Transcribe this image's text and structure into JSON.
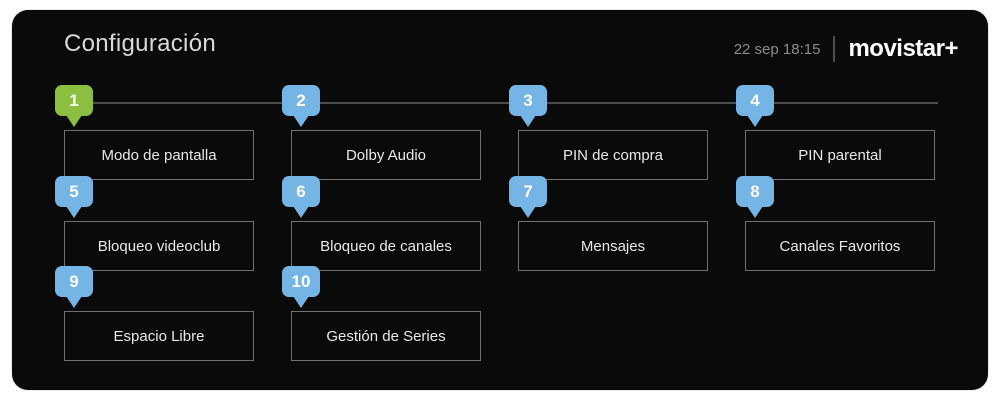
{
  "header": {
    "title": "Configuración",
    "clock": "22 sep 18:15",
    "brand": "movistar+"
  },
  "tiles": [
    {
      "number": "1",
      "label": "Modo de pantalla",
      "state": "selected"
    },
    {
      "number": "2",
      "label": "Dolby Audio",
      "state": "default"
    },
    {
      "number": "3",
      "label": "PIN de compra",
      "state": "default"
    },
    {
      "number": "4",
      "label": "PIN parental",
      "state": "default"
    },
    {
      "number": "5",
      "label": "Bloqueo videoclub",
      "state": "default"
    },
    {
      "number": "6",
      "label": "Bloqueo de canales",
      "state": "default"
    },
    {
      "number": "7",
      "label": "Mensajes",
      "state": "default"
    },
    {
      "number": "8",
      "label": "Canales Favoritos",
      "state": "default"
    },
    {
      "number": "9",
      "label": "Espacio Libre",
      "state": "default"
    },
    {
      "number": "10",
      "label": "Gestión de Series",
      "state": "default"
    }
  ],
  "colors": {
    "page_bg": "#ffffff",
    "panel_bg": "#0a0a0a",
    "title_color": "#d9d9d9",
    "clock_color": "#8b8b8b",
    "divider_color": "#4f4f4f",
    "brand_color": "#ffffff",
    "line_color": "#4c4c4c",
    "tile_border": "#707070",
    "tile_text": "#e8e8e8",
    "badge_default": "#74b5e5",
    "badge_selected": "#8abf3f"
  }
}
